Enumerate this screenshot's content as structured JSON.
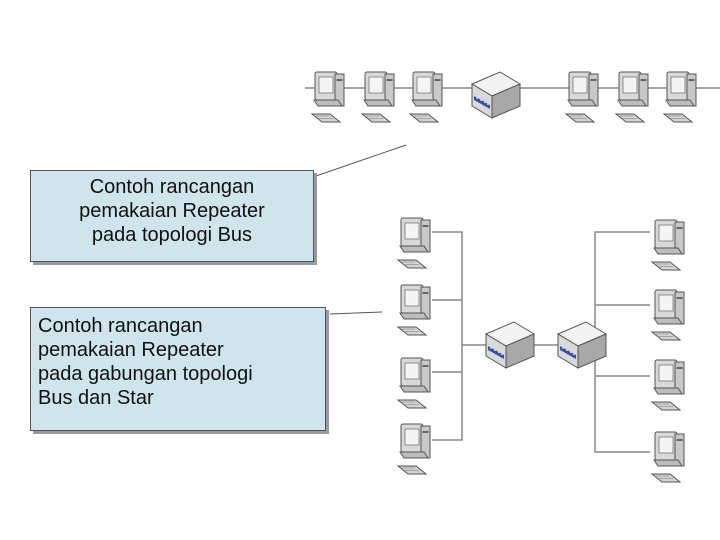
{
  "callouts": {
    "bus": {
      "lines": [
        "Contoh rancangan",
        "pemakaian Repeater",
        "pada topologi Bus"
      ]
    },
    "bus_star": {
      "lines": [
        "Contoh rancangan",
        "pemakaian Repeater",
        "pada gabungan topologi",
        "Bus dan Star"
      ]
    }
  },
  "colors": {
    "callout_fill": "#cfe4ec",
    "device_body": "#e4e4e4",
    "device_shadow": "#9c9c9c",
    "port_blue": "#3a4fa0",
    "cable": "#8a8a8a"
  },
  "icons": [
    "computer-icon",
    "repeater-icon",
    "keyboard-icon"
  ]
}
